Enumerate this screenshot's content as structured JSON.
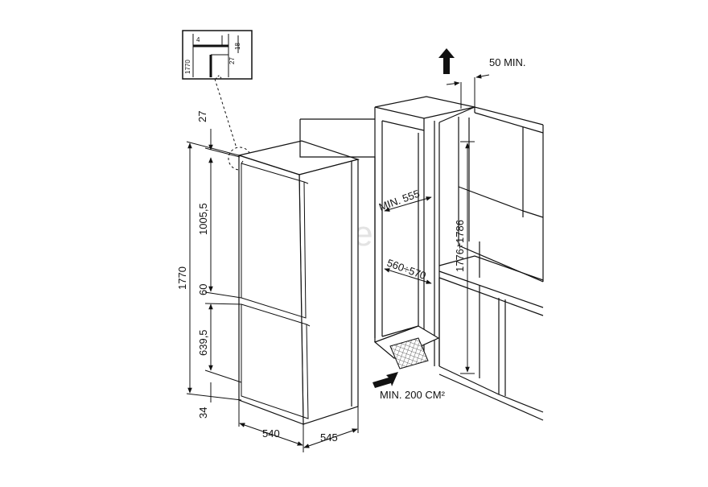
{
  "watermark": "topprice",
  "fridge": {
    "height_total": "1770",
    "top_gap": "27",
    "upper_door": "1005,5",
    "door_gap": "60",
    "lower_door": "639,5",
    "bottom": "34",
    "width": "540",
    "depth": "545"
  },
  "detail": {
    "height": "1770",
    "gap_top": "4",
    "thickness": "18",
    "offset": "27"
  },
  "cabinet": {
    "vent_top": "50 MIN.",
    "min_depth": "MIN. 555",
    "width_range": "560÷570",
    "height_range": "1776÷1786",
    "vent_bottom": "MIN. 200 CM²"
  },
  "colors": {
    "line": "#111111",
    "vent_grid": "#777777"
  }
}
